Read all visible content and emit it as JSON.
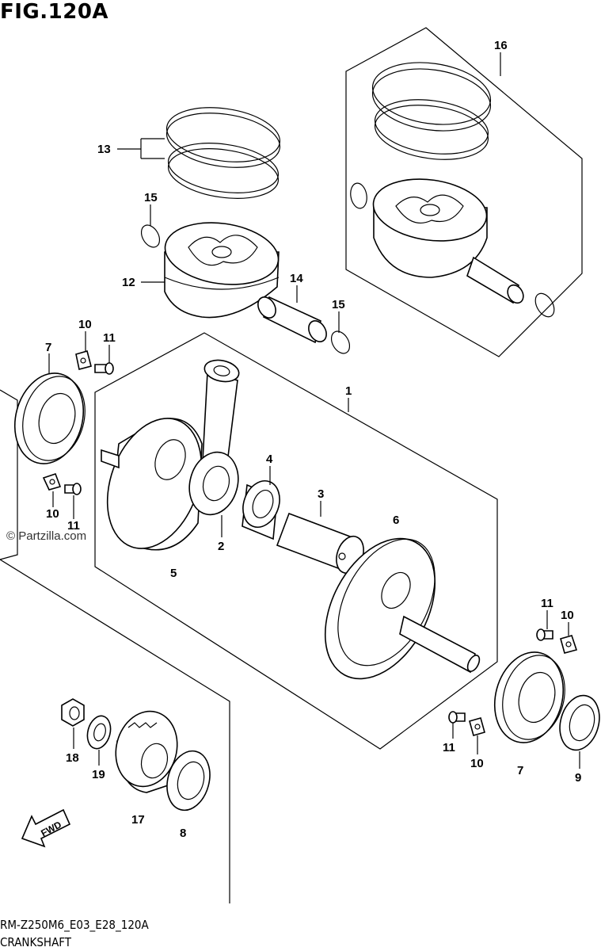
{
  "figure": {
    "title": "FIG.120A",
    "code": "RM-Z250M6_E03_E28_120A",
    "name": "CRANKSHAFT",
    "watermark": "© Partzilla.com",
    "fwd_label": "FWD"
  },
  "callouts": [
    {
      "id": "c16",
      "text": "16"
    },
    {
      "id": "c13",
      "text": "13"
    },
    {
      "id": "c15a",
      "text": "15"
    },
    {
      "id": "c12",
      "text": "12"
    },
    {
      "id": "c14",
      "text": "14"
    },
    {
      "id": "c15b",
      "text": "15"
    },
    {
      "id": "c10a",
      "text": "10"
    },
    {
      "id": "c11a",
      "text": "11"
    },
    {
      "id": "c7a",
      "text": "7"
    },
    {
      "id": "c1",
      "text": "1"
    },
    {
      "id": "c4",
      "text": "4"
    },
    {
      "id": "c3",
      "text": "3"
    },
    {
      "id": "c6",
      "text": "6"
    },
    {
      "id": "c10b",
      "text": "10"
    },
    {
      "id": "c11b",
      "text": "11"
    },
    {
      "id": "c2",
      "text": "2"
    },
    {
      "id": "c5",
      "text": "5"
    },
    {
      "id": "c11c",
      "text": "11"
    },
    {
      "id": "c10c",
      "text": "10"
    },
    {
      "id": "c11d",
      "text": "11"
    },
    {
      "id": "c10d",
      "text": "10"
    },
    {
      "id": "c7b",
      "text": "7"
    },
    {
      "id": "c9",
      "text": "9"
    },
    {
      "id": "c18",
      "text": "18"
    },
    {
      "id": "c19",
      "text": "19"
    },
    {
      "id": "c17",
      "text": "17"
    },
    {
      "id": "c8",
      "text": "8"
    }
  ]
}
